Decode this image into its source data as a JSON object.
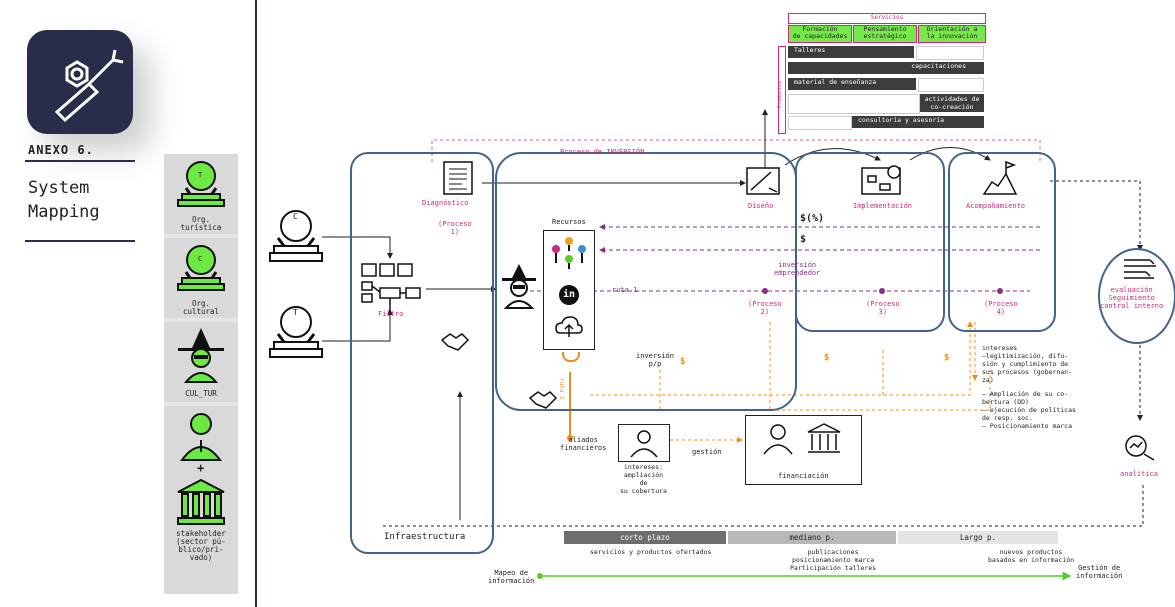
{
  "sidebar": {
    "annex": "ANEXO 6.",
    "title_line1": "System",
    "title_line2": "Mapping",
    "actors": [
      {
        "label": "Org.\nturística",
        "letter": "T"
      },
      {
        "label": "Org.\ncultural",
        "letter": "C"
      },
      {
        "label": "CUL_TUR"
      },
      {
        "label": "stakeholder\n(sector pú-\nblico/pri-\nvado)"
      }
    ],
    "plus": "+"
  },
  "actor_letters": {
    "c": "C",
    "t": "T"
  },
  "filter": "Filtro",
  "infra": "Infraestructura",
  "diag": {
    "title": "Diagnóstico",
    "proc": "(Proceso\n1)"
  },
  "investment_flow": "Proceso de INVERSIÓN",
  "resources": {
    "title": "Recursos",
    "in": "in"
  },
  "diseno": "Diseño",
  "implementacion": "Implementación",
  "acompanamiento": "Acompañamiento",
  "money": {
    "pct": "$(%)",
    "dollar": "$",
    "small": "$"
  },
  "inv_emp": "inversión\nemprendedor",
  "ruta1": "ruta 1",
  "ruta2": "ruta 2",
  "proc2": "(Proceso\n2)",
  "proc3": "(Proceso\n3)",
  "proc4": "(Proceso\n4)",
  "inv_pp": "inversión\np/p",
  "aliados": "aliados\nfinancieros",
  "gestion": "gestión",
  "intereses_small": "intereses:\nampliación\nde\nsu cobertura",
  "financiacion": "financiación",
  "intereses_right": "intereses\n—legitimización, difu-\nsión y cumplimiento de\nsus procesos (gobernan-\nza)",
  "intereses_right2": "— Ampliación de su co-\nbertura (DD)\n— ejecución de políticas\nde resp. soc.\n— Posicionamiento marca",
  "evaluacion": "evaluación\nSeguimiento\ncontrol interno",
  "analitica": "analítica",
  "services": {
    "title": "Servicios",
    "heads": [
      "Formación\nde capacidades",
      "Pensamiento\nestratégico",
      "Orientación a\nla innovación"
    ],
    "products_label": "Productos",
    "rows": [
      "Talleres",
      "capacitaciones",
      "material de enseñanza",
      "actividades de\nco-creación",
      "consultoría y asesoría"
    ]
  },
  "timeline": {
    "corto": "corto plazo",
    "mediano": "mediano p.",
    "largo": "Largo p.",
    "corto_desc": "servicios y productos ofertados",
    "mediano_desc": "publicaciones\nposicionamiento marca\nParticipación talleres",
    "largo_desc": "nuevos productos\nbasados en información",
    "start": "Mapeo de\ninformación",
    "end": "Gestión de\ninformación"
  }
}
